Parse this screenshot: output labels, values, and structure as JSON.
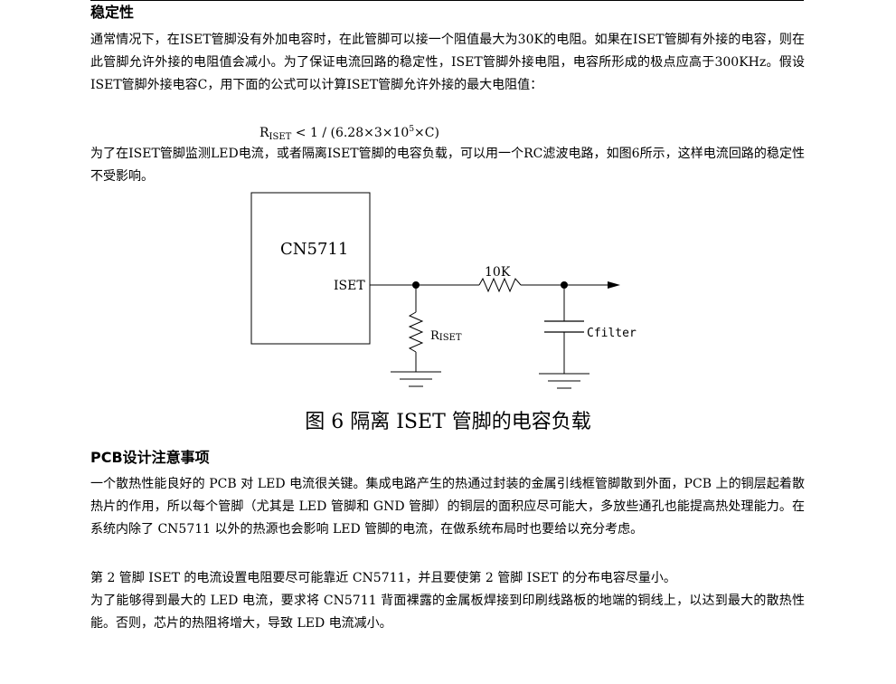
{
  "section1": {
    "heading": "稳定性",
    "para1": "通常情况下，在ISET管脚没有外加电容时，在此管脚可以接一个阻值最大为30K的电阻。如果在ISET管脚有外接的电容，则在此管脚允许外接的电阻值会减小。为了保证电流回路的稳定性，ISET管脚外接电阻，电容所形成的极点应高于300KHz。假设ISET管脚外接电容C，用下面的公式可以计算ISET管脚允许外接的最大电阻值：",
    "formula": {
      "r": "R",
      "sub": "ISET",
      "mid": " < 1 / (6.28×3×10",
      "sup": "5",
      "end": "×C)"
    },
    "para2": "为了在ISET管脚监测LED电流，或者隔离ISET管脚的电容负载，可以用一个RC滤波电路，如图6所示，这样电流回路的稳定性不受影响。"
  },
  "figure": {
    "chip_label": "CN5711",
    "iset_label": "ISET",
    "resistor_value": "10K",
    "riset_label_r": "R",
    "riset_label_sub": "ISET",
    "cfilter_label": "Cfilter",
    "caption": "图 6  隔离 ISET 管脚的电容负载"
  },
  "section2": {
    "heading": "PCB设计注意事项",
    "para1": "一个散热性能良好的 PCB 对 LED 电流很关键。集成电路产生的热通过封装的金属引线框管脚散到外面，PCB 上的铜层起着散热片的作用，所以每个管脚（尤其是 LED 管脚和 GND 管脚）的铜层的面积应尽可能大，多放些通孔也能提高热处理能力。在系统内除了 CN5711 以外的热源也会影响 LED 管脚的电流，在做系统布局时也要给以充分考虑。",
    "para2": "第 2 管脚 ISET 的电流设置电阻要尽可能靠近 CN5711，并且要使第 2 管脚 ISET 的分布电容尽量小。",
    "para3": "为了能够得到最大的 LED 电流，要求将 CN5711 背面裸露的金属板焊接到印刷线路板的地端的铜线上，以达到最大的散热性能。否则，芯片的热阻将增大，导致 LED 电流减小。"
  }
}
